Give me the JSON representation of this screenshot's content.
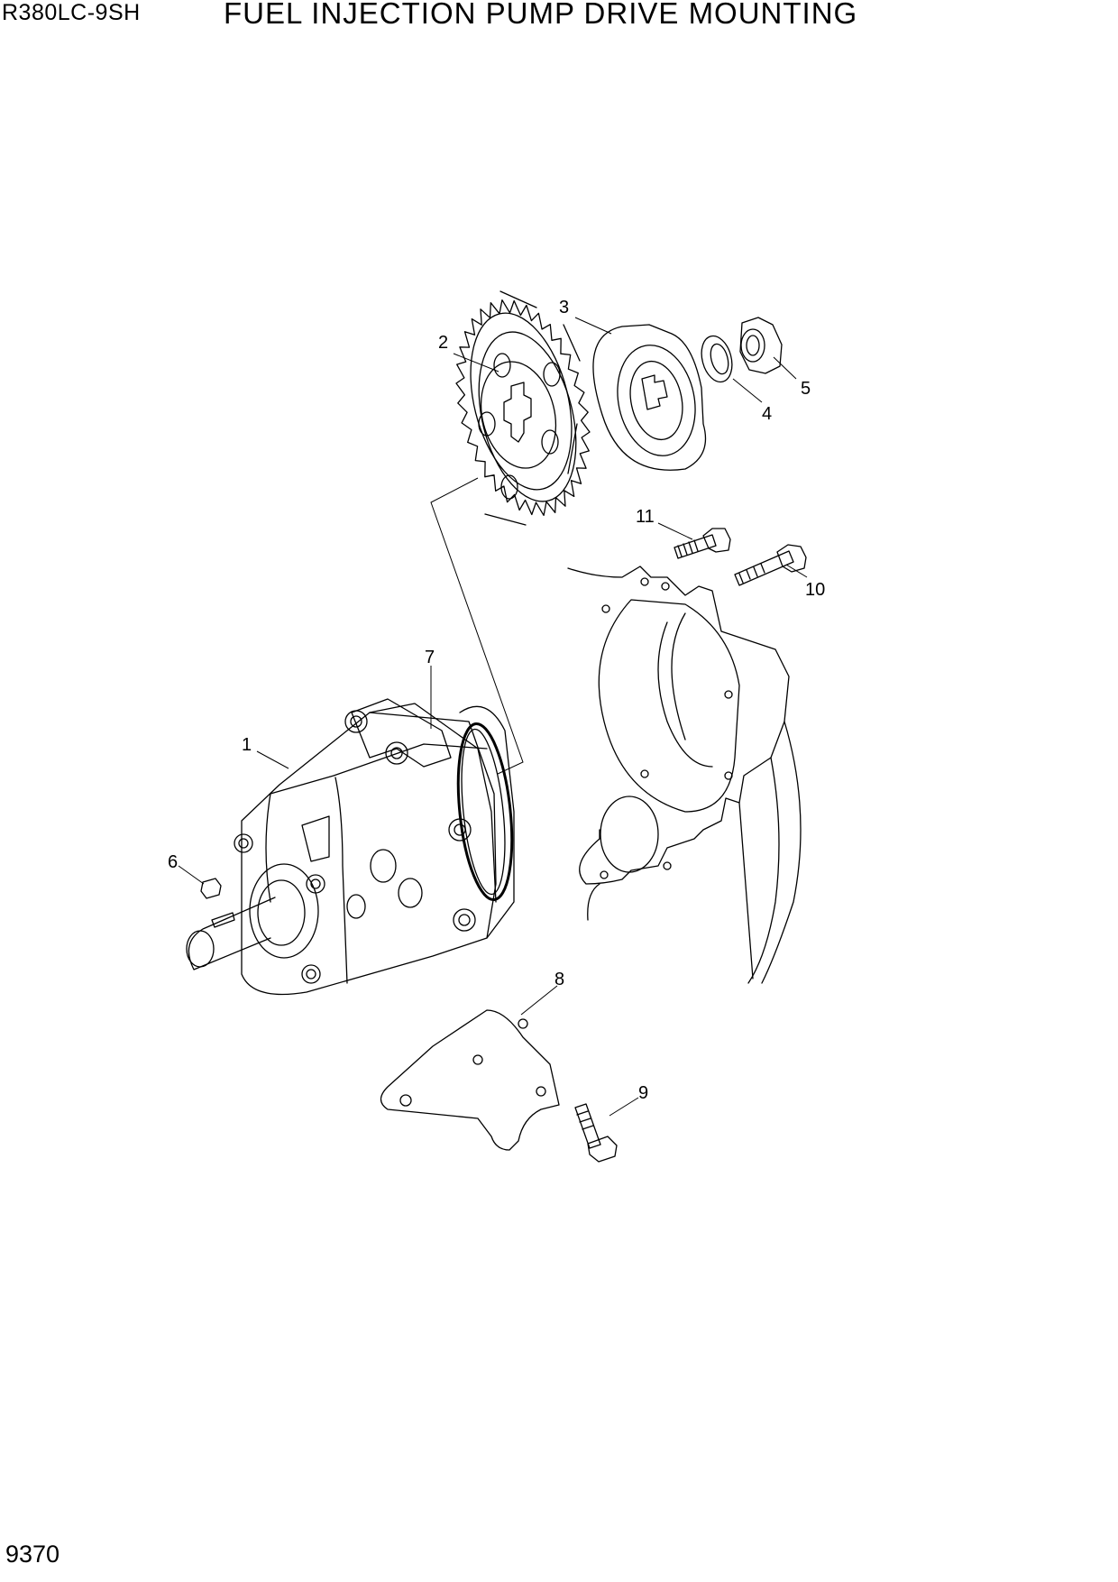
{
  "header": {
    "model": "R380LC-9SH",
    "title": "FUEL INJECTION PUMP DRIVE MOUNTING"
  },
  "footer": {
    "page_number": "9370"
  },
  "callouts": [
    "1",
    "2",
    "3",
    "4",
    "5",
    "6",
    "7",
    "8",
    "9",
    "10",
    "11"
  ]
}
